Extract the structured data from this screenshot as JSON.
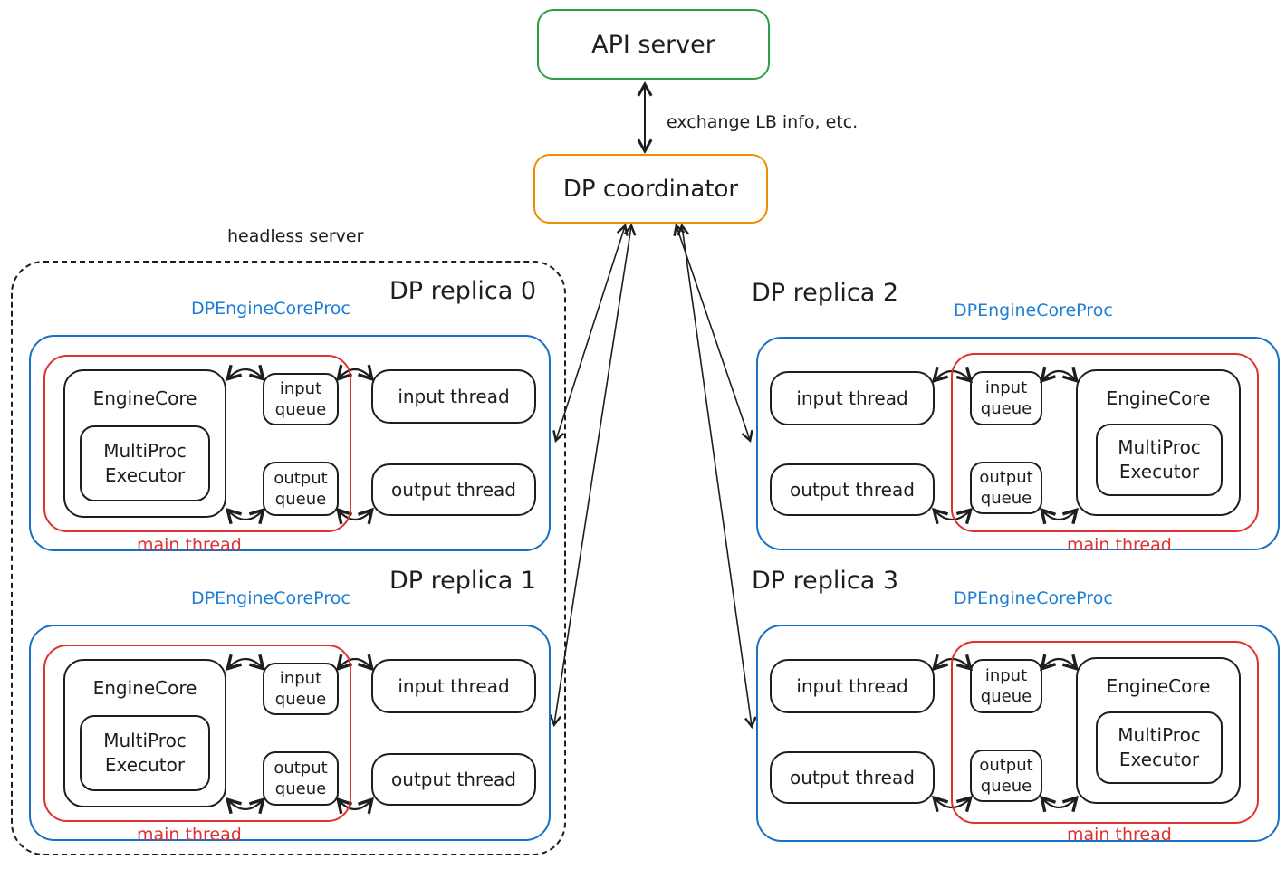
{
  "colors": {
    "api_green": "#2f9e44",
    "coordinator_orange": "#f08c00",
    "proc_blue_border": "#1971c2",
    "proc_blue_text": "#1c7ed6",
    "main_thread_red": "#e03131",
    "ink_black": "#1e1e1e",
    "background": "#ffffff"
  },
  "top": {
    "api_server_label": "API server",
    "coordinator_label": "DP coordinator",
    "exchange_label": "exchange LB info, etc."
  },
  "headless_server_label": "headless server",
  "replicas": [
    {
      "title": "DP replica 0",
      "proc_label": "DPEngineCoreProc",
      "engine_core_label": "EngineCore",
      "executor_label": "MultiProc Executor",
      "input_queue_label": "input queue",
      "output_queue_label": "output queue",
      "input_thread_label": "input thread",
      "output_thread_label": "output thread",
      "main_thread_label": "main thread"
    },
    {
      "title": "DP replica 1",
      "proc_label": "DPEngineCoreProc",
      "engine_core_label": "EngineCore",
      "executor_label": "MultiProc Executor",
      "input_queue_label": "input queue",
      "output_queue_label": "output queue",
      "input_thread_label": "input thread",
      "output_thread_label": "output thread",
      "main_thread_label": "main thread"
    },
    {
      "title": "DP replica 2",
      "proc_label": "DPEngineCoreProc",
      "engine_core_label": "EngineCore",
      "executor_label": "MultiProc Executor",
      "input_queue_label": "input queue",
      "output_queue_label": "output queue",
      "input_thread_label": "input thread",
      "output_thread_label": "output thread",
      "main_thread_label": "main thread"
    },
    {
      "title": "DP replica 3",
      "proc_label": "DPEngineCoreProc",
      "engine_core_label": "EngineCore",
      "executor_label": "MultiProc Executor",
      "input_queue_label": "input queue",
      "output_queue_label": "output queue",
      "input_thread_label": "input thread",
      "output_thread_label": "output thread",
      "main_thread_label": "main thread"
    }
  ]
}
